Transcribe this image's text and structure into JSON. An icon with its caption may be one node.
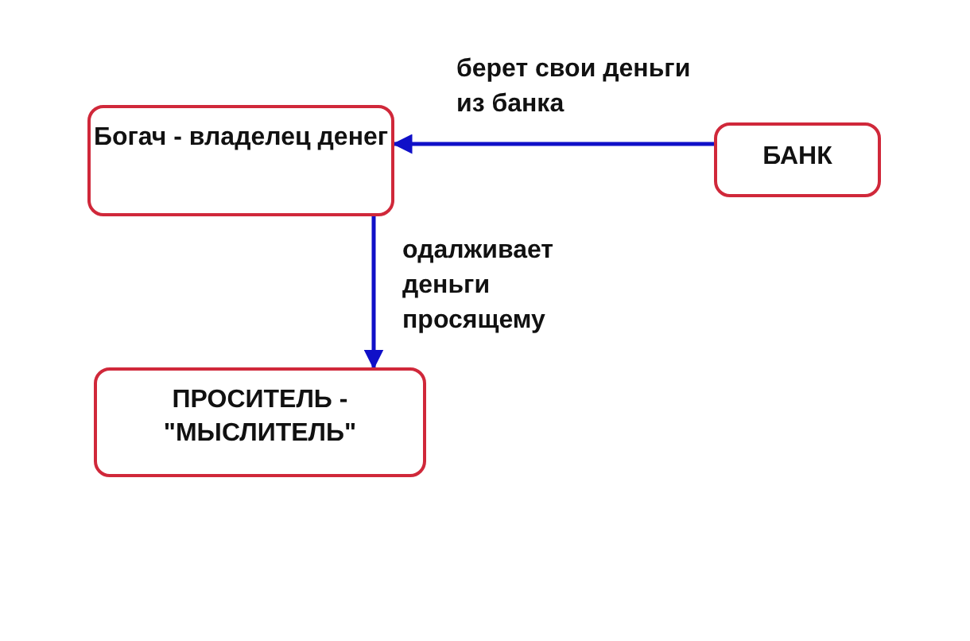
{
  "diagram": {
    "nodes": [
      {
        "text": [
          "Богач - владелец денег"
        ]
      },
      {
        "text": [
          "БАНК"
        ]
      },
      {
        "text": [
          "ПРОСИТЕЛЬ - \"МЫСЛИТЕЛЬ\""
        ]
      }
    ],
    "edges": [
      {
        "from": 1,
        "to": 0,
        "arrow": "to",
        "label": "берет свои деньги из банка"
      },
      {
        "from": 0,
        "to": 2,
        "arrow": "to",
        "label": "одалживает деньги просящему"
      }
    ]
  }
}
